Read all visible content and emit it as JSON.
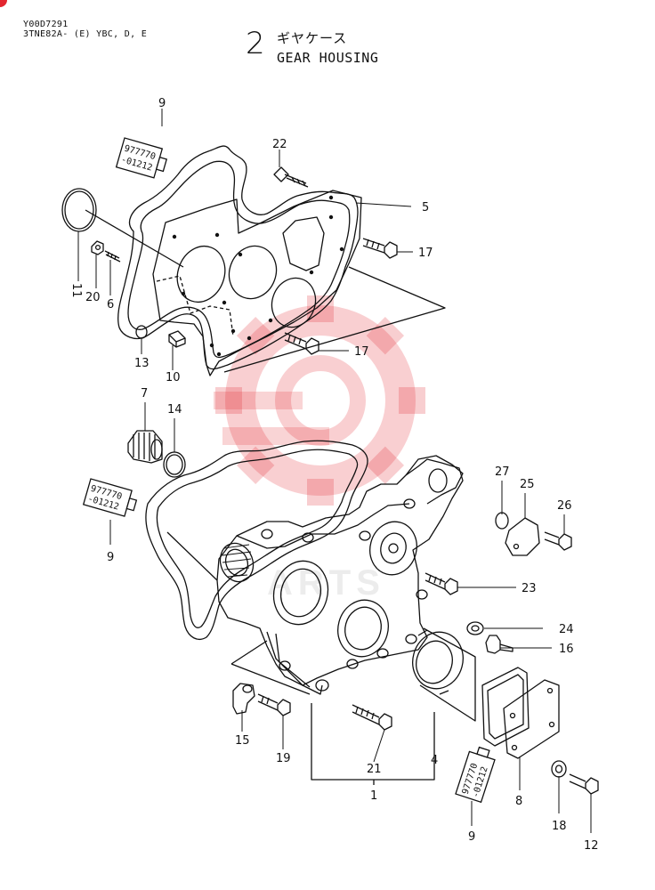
{
  "header": {
    "code": "Y00D7291",
    "model": "3TNE82A- (E) YBC, D, E",
    "section_number": "2",
    "title_jp": "ギヤケース",
    "title_en": "GEAR HOUSING"
  },
  "sealant_tube": {
    "text_line1": "977770",
    "text_line2": "-01212"
  },
  "part_numbers": [
    "1",
    "4",
    "5",
    "6",
    "7",
    "8",
    "9",
    "9",
    "9",
    "10",
    "11",
    "12",
    "13",
    "14",
    "15",
    "16",
    "17",
    "17",
    "18",
    "19",
    "20",
    "21",
    "22",
    "23",
    "24",
    "25",
    "26",
    "27"
  ],
  "colors": {
    "watermark": "#e3262f",
    "ink": "#111111"
  }
}
